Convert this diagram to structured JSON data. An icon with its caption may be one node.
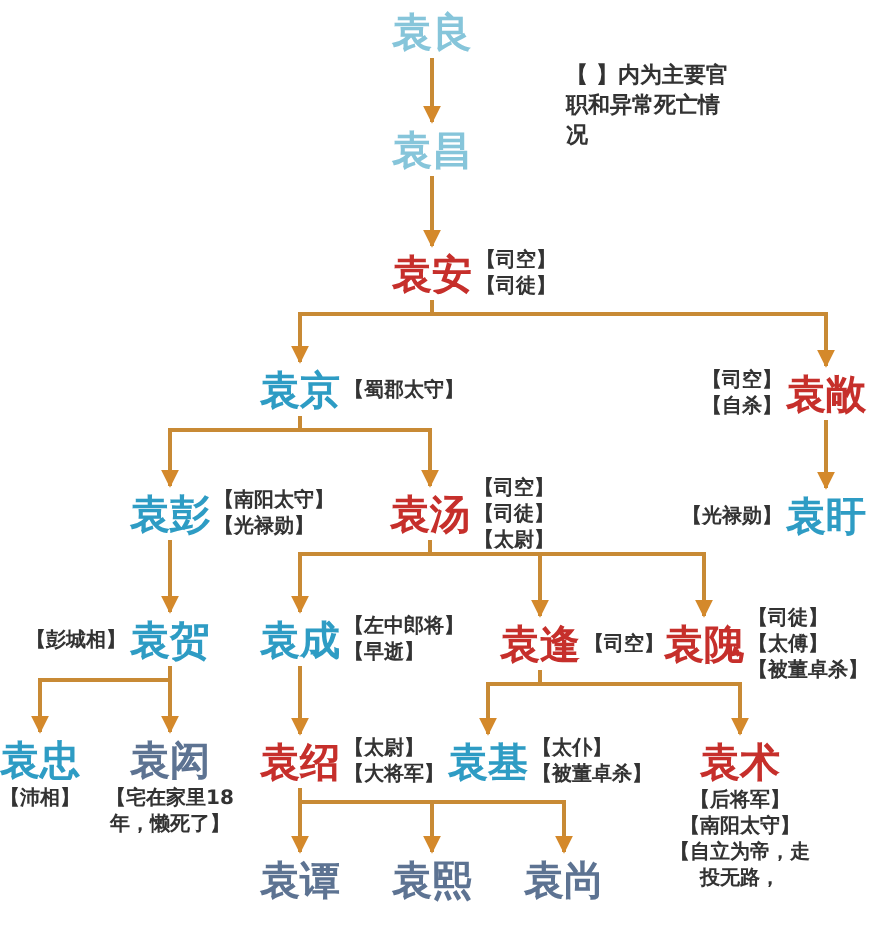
{
  "diagram": {
    "nodes": [
      {
        "text": [
          "袁良"
        ]
      },
      {
        "text": [
          "袁昌"
        ]
      },
      {
        "text": [
          "袁安"
        ],
        "beside": [
          "【司空】",
          "【司徒】"
        ]
      },
      {
        "text": [
          "袁京"
        ],
        "beside": [
          "【蜀郡太守】"
        ]
      },
      {
        "text": [
          "袁敞"
        ],
        "beside": [
          "【司空】",
          "【自杀】"
        ]
      },
      {
        "text": [
          "袁彭"
        ],
        "beside": [
          "【南阳太守】",
          "【光禄勋】"
        ]
      },
      {
        "text": [
          "袁汤"
        ],
        "beside": [
          "【司空】",
          "【司徒】",
          "【太尉】"
        ]
      },
      {
        "text": [
          "袁盱"
        ],
        "beside": [
          "【光禄勋】"
        ]
      },
      {
        "text": [
          "袁贺"
        ],
        "beside": [
          "【彭城相】"
        ]
      },
      {
        "text": [
          "袁成"
        ],
        "beside": [
          "【左中郎将】",
          "【早逝】"
        ]
      },
      {
        "text": [
          "袁逢"
        ],
        "beside": [
          "【司空】"
        ]
      },
      {
        "text": [
          "袁隗"
        ],
        "beside": [
          "【司徒】",
          "【太傅】",
          "【被董卓杀】"
        ]
      },
      {
        "text": [
          "袁忠"
        ],
        "beside": [
          "【沛相】"
        ]
      },
      {
        "text": [
          "袁闳"
        ],
        "beside": [
          "【宅在家里18年，懒死了】"
        ]
      },
      {
        "text": [
          "袁绍"
        ],
        "beside": [
          "【太尉】",
          "【大将军】"
        ]
      },
      {
        "text": [
          "袁基"
        ],
        "beside": [
          "【太仆】",
          "【被董卓杀】"
        ]
      },
      {
        "text": [
          "袁术"
        ],
        "beside": [
          "【后将军】",
          "【南阳太守】",
          "【自立为帝，走投无路，"
        ]
      },
      {
        "text": [
          "袁谭"
        ]
      },
      {
        "text": [
          "袁熙"
        ]
      },
      {
        "text": [
          "袁尚"
        ]
      }
    ],
    "edges": [
      {
        "from": 0,
        "to": 1,
        "arrow": "to"
      },
      {
        "from": 1,
        "to": 2,
        "arrow": "to"
      },
      {
        "from": 2,
        "to": 3,
        "arrow": "to"
      },
      {
        "from": 2,
        "to": 4,
        "arrow": "to"
      },
      {
        "from": 3,
        "to": 5,
        "arrow": "to"
      },
      {
        "from": 3,
        "to": 6,
        "arrow": "to"
      },
      {
        "from": 4,
        "to": 7,
        "arrow": "to"
      },
      {
        "from": 5,
        "to": 8,
        "arrow": "to"
      },
      {
        "from": 6,
        "to": 9,
        "arrow": "to"
      },
      {
        "from": 6,
        "to": 10,
        "arrow": "to"
      },
      {
        "from": 6,
        "to": 11,
        "arrow": "to"
      },
      {
        "from": 8,
        "to": 12,
        "arrow": "to"
      },
      {
        "from": 8,
        "to": 13,
        "arrow": "to"
      },
      {
        "from": 9,
        "to": 14,
        "arrow": "to"
      },
      {
        "from": 10,
        "to": 15,
        "arrow": "to"
      },
      {
        "from": 10,
        "to": 16,
        "arrow": "to"
      },
      {
        "from": 14,
        "to": 17,
        "arrow": "to"
      },
      {
        "from": 14,
        "to": 18,
        "arrow": "to"
      },
      {
        "from": 14,
        "to": 19,
        "arrow": "to"
      }
    ],
    "labels": [
      "【 】内为主要官职和异常死亡情况"
    ]
  }
}
